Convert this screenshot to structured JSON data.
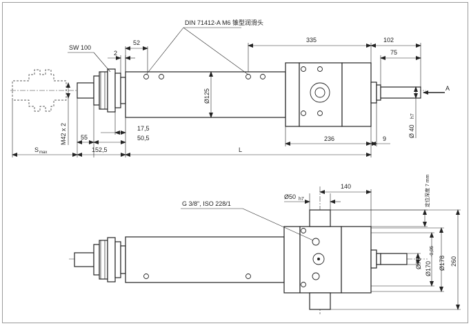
{
  "drawing": {
    "labels": {
      "din_lube": "DIN 71412-A M6 锥型润滑头",
      "sw": "SW 100",
      "thread_port": "G 3/8\", ISO 228/1",
      "arrow_view": "A",
      "smax_main": "S",
      "smax_sub": "max",
      "length_L": "L",
      "locating_depth": "定位深度 7 mm"
    },
    "dims_top": {
      "d52": "52",
      "d2": "2",
      "d335": "335",
      "d102": "102",
      "d75": "75",
      "d125": "Ø125",
      "d17_5": "17,5",
      "d55": "55",
      "d50_5": "50,5",
      "d152_5": "152,5",
      "d236": "236",
      "d9": "9",
      "d40": "Ø 40",
      "d40_tol": "h7",
      "m42": "M42 x 2"
    },
    "dims_bottom": {
      "d140": "140",
      "d50": "Ø50",
      "d50_tol": "h7",
      "d75": "Ø75",
      "d170": "Ø170",
      "d170_tol": "-0,05",
      "d178": "Ø178",
      "d260": "260"
    }
  }
}
